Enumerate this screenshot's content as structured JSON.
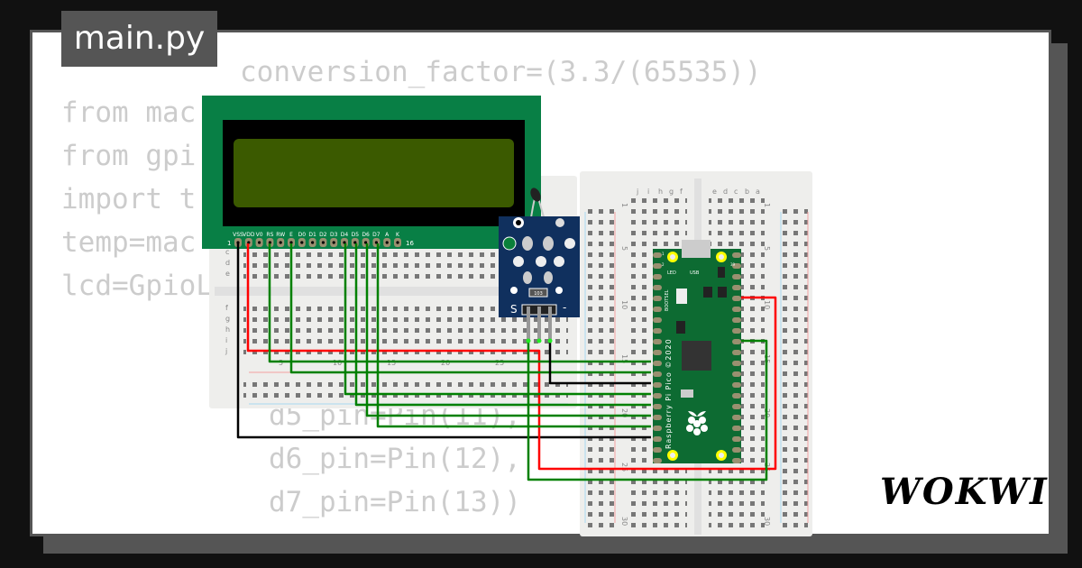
{
  "file_tab": {
    "title": "main.py"
  },
  "code": {
    "lines": [
      {
        "text": "from mac",
        "indent": 0
      },
      {
        "text": "from gpi",
        "indent": 0
      },
      {
        "text": "import t",
        "indent": 0
      },
      {
        "text": "temp=mac",
        "indent": 0
      },
      {
        "text": "lcd=GpioL",
        "indent": 0
      },
      {
        "text": "d5_pin=Pin(11),",
        "indent": 1
      },
      {
        "text": "d6_pin=Pin(12),",
        "indent": 1
      },
      {
        "text": "d7_pin=Pin(13))",
        "indent": 1
      },
      {
        "text": "conversion_factor=(3.3/(65535))",
        "indent": 0
      }
    ]
  },
  "lcd": {
    "pin_labels": [
      "VSS",
      "VDD",
      "V0",
      "RS",
      "RW",
      "E",
      "D0",
      "D1",
      "D2",
      "D3",
      "D4",
      "D5",
      "D6",
      "D7",
      "A",
      "K"
    ],
    "pin_first": "1",
    "pin_last": "16",
    "bezel_color": "#087f45",
    "screen_color": "#3b5a00"
  },
  "sensor": {
    "signal_label": "S",
    "ground_label": "-",
    "resistor_label": "103"
  },
  "pico": {
    "label": "Raspberry Pi Pico ©2020",
    "bootsel_label": "BOOTSEL",
    "led_label": "LED",
    "usb_label": "USB",
    "pin1": "1",
    "pin2": "2",
    "pin39": "39"
  },
  "breadboard_small": {
    "row_labels": [
      "c",
      "d",
      "e",
      "f",
      "g",
      "h",
      "i",
      "j"
    ],
    "col_labels": [
      "5",
      "10",
      "15",
      "20",
      "25"
    ]
  },
  "breadboard_large": {
    "col_labels_left": [
      "j",
      "i",
      "h",
      "g",
      "f"
    ],
    "col_labels_right": [
      "e",
      "d",
      "c",
      "b",
      "a"
    ],
    "row_labels": [
      "1",
      "5",
      "10",
      "15",
      "20",
      "25",
      "30"
    ]
  },
  "wire_colors": {
    "red": "#ff0000",
    "green": "#008000",
    "black": "#000000"
  },
  "brand": {
    "logo": "WOKWI"
  }
}
